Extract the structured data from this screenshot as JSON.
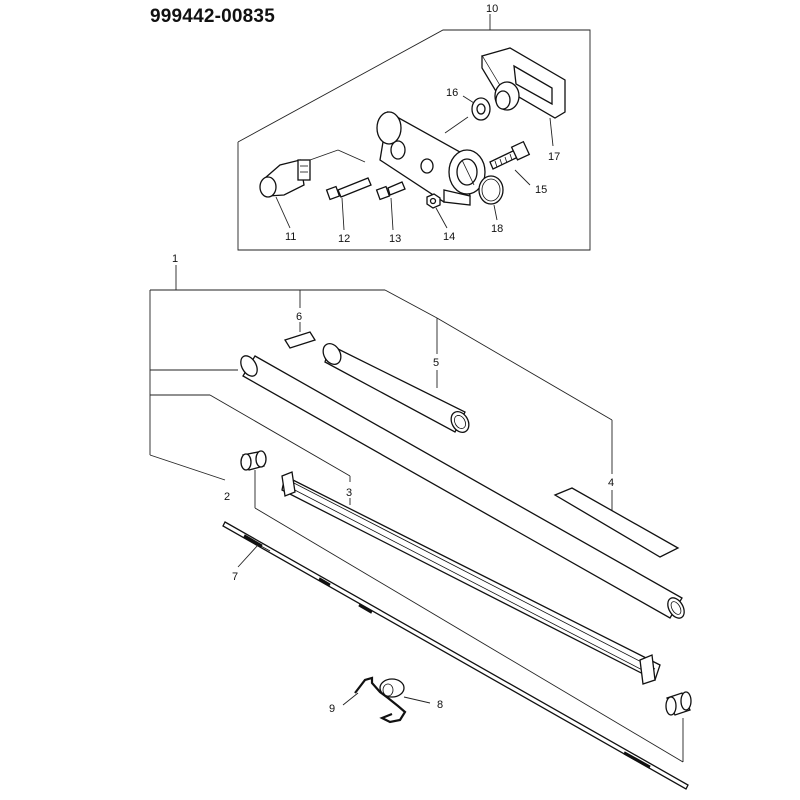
{
  "header": {
    "part_number": "999442-00835"
  },
  "callouts": {
    "c1": "1",
    "c2": "2",
    "c3": "3",
    "c4": "4",
    "c5": "5",
    "c6": "6",
    "c7": "7",
    "c8": "8",
    "c9": "9",
    "c10": "10",
    "c11": "11",
    "c12": "12",
    "c13": "13",
    "c14": "14",
    "c15": "15",
    "c16": "16",
    "c17": "17",
    "c18": "18"
  }
}
